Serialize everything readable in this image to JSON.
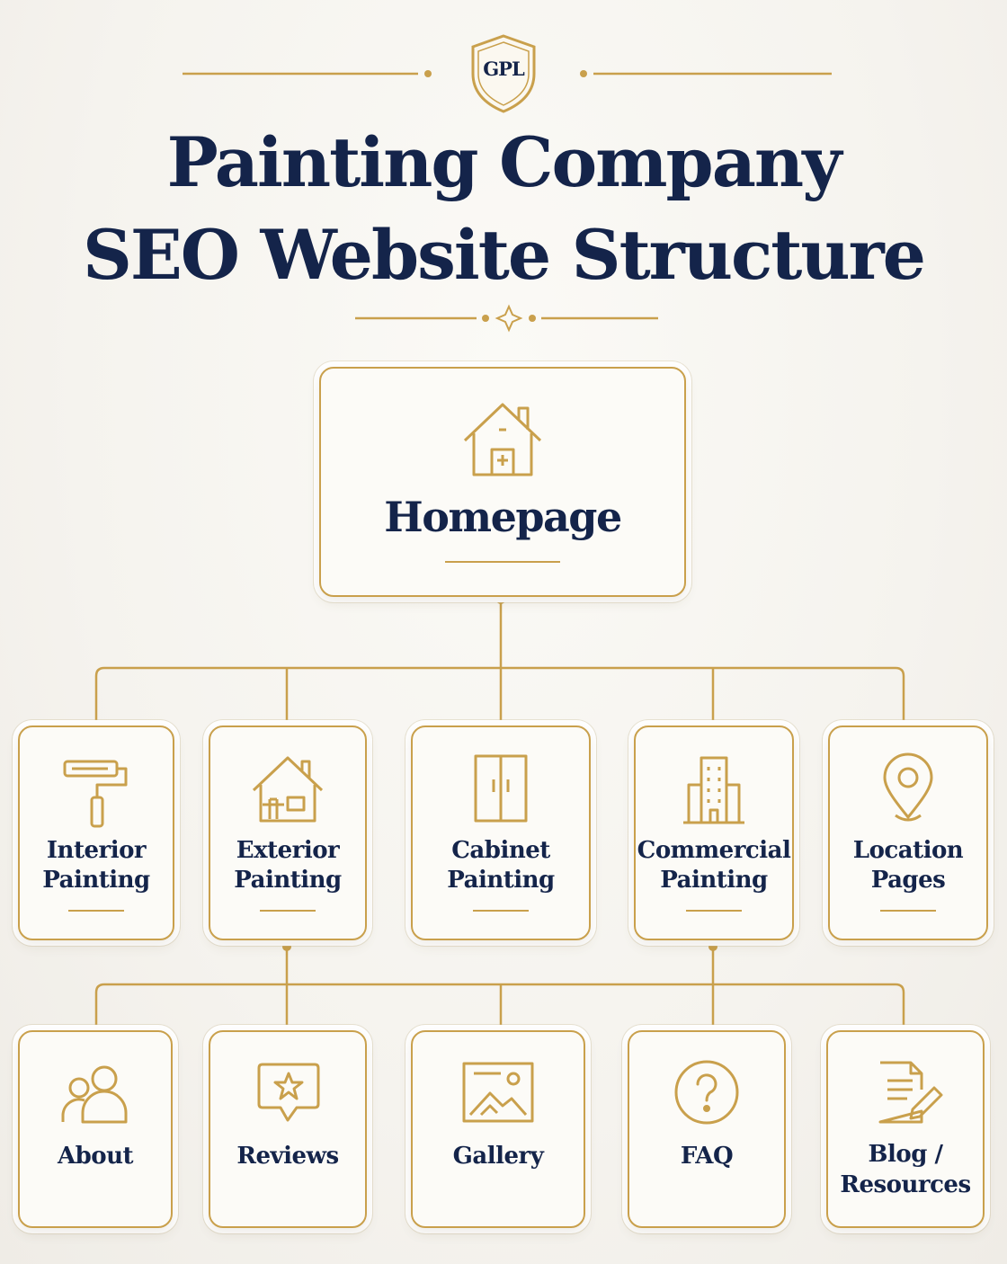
{
  "logo": {
    "monogram": "GPL"
  },
  "title": {
    "line1": "Painting Company",
    "line2": "SEO Website Structure"
  },
  "homepage": {
    "label": "Homepage",
    "icon": "house-icon"
  },
  "services": [
    {
      "line1": "Interior",
      "line2": "Painting",
      "icon": "paint-roller-icon"
    },
    {
      "line1": "Exterior",
      "line2": "Painting",
      "icon": "house-exterior-icon"
    },
    {
      "line1": "Cabinet",
      "line2": "Painting",
      "icon": "cabinet-icon"
    },
    {
      "line1": "Commercial",
      "line2": "Painting",
      "icon": "building-icon"
    },
    {
      "line1": "Location",
      "line2": "Pages",
      "icon": "map-pin-icon"
    }
  ],
  "pages": [
    {
      "line1": "About",
      "line2": "",
      "icon": "users-icon"
    },
    {
      "line1": "Reviews",
      "line2": "",
      "icon": "star-review-icon"
    },
    {
      "line1": "Gallery",
      "line2": "",
      "icon": "image-icon"
    },
    {
      "line1": "FAQ",
      "line2": "",
      "icon": "question-icon"
    },
    {
      "line1": "Blog /",
      "line2": "Resources",
      "icon": "document-edit-icon"
    }
  ],
  "colors": {
    "navy": "#14244a",
    "gold": "#c9a04c",
    "card": "#fcfbf7",
    "background": "#f5f3ee"
  }
}
